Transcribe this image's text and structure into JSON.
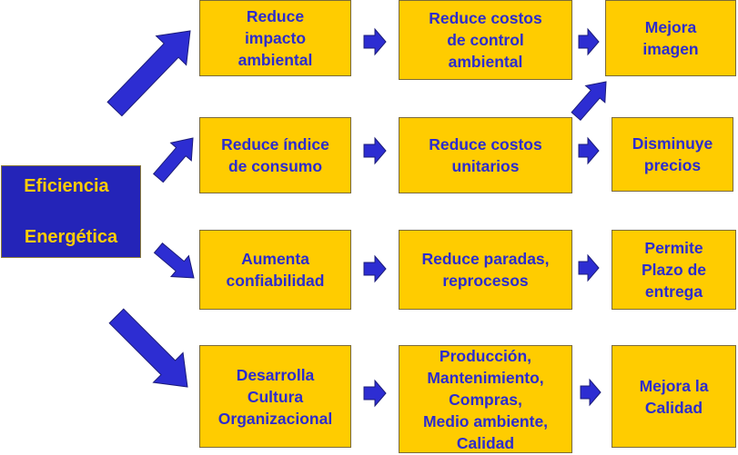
{
  "main": {
    "line1": "Eficiencia",
    "line2": "Energética"
  },
  "colors": {
    "box_fill": "#ffcc00",
    "box_text": "#2c2ccf",
    "main_fill": "#2424b8",
    "main_text": "#ffcc00",
    "arrow_fill": "#2d2dd2"
  },
  "rows": [
    {
      "col1": "Reduce\nimpacto\nambiental",
      "col2": "Reduce costos\nde control\nambiental",
      "col3": "Mejora\nimagen"
    },
    {
      "col1": "Reduce índice\nde consumo",
      "col2": "Reduce costos\nunitarios",
      "col3": "Disminuye\nprecios"
    },
    {
      "col1": "Aumenta\nconfiabilidad",
      "col2": "Reduce paradas,\nreprocesos",
      "col3": "Permite\nPlazo de\nentrega"
    },
    {
      "col1": "Desarrolla\nCultura\nOrganizacional",
      "col2": "Producción,\nMantenimiento,\nCompras,\nMedio ambiente,\nCalidad",
      "col3": "Mejora la\nCalidad"
    }
  ]
}
